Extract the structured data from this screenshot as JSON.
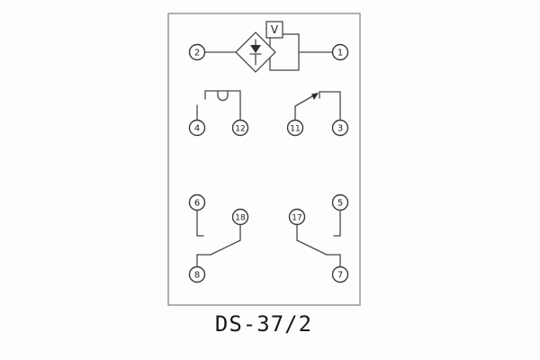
{
  "title": "DS-37/2",
  "coil": {
    "v_label": "V"
  },
  "terminals": {
    "t1": "1",
    "t2": "2",
    "t3": "3",
    "t4": "4",
    "t5": "5",
    "t6": "6",
    "t7": "7",
    "t8": "8",
    "t11": "11",
    "t12": "12",
    "t17": "17",
    "t18": "18"
  },
  "colors": {
    "background": "#fdfdfd",
    "line": "#4a4a4a",
    "border": "#8f8f8f",
    "text": "#1a1a1a"
  }
}
